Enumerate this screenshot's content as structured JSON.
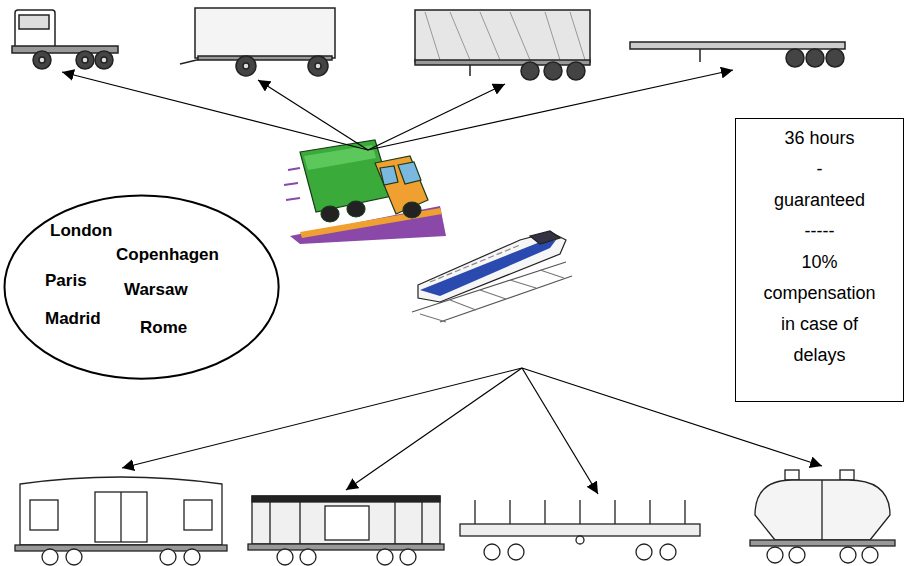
{
  "diagram": {
    "nodes": [
      {
        "text": [
          "London",
          "Copenhagen",
          "Paris",
          "Warsaw",
          "Madrid",
          "Rome"
        ]
      },
      {
        "text": [
          "36 hours",
          "-",
          "guaranteed",
          "-----",
          "10% compensation in case of delays"
        ]
      }
    ]
  }
}
